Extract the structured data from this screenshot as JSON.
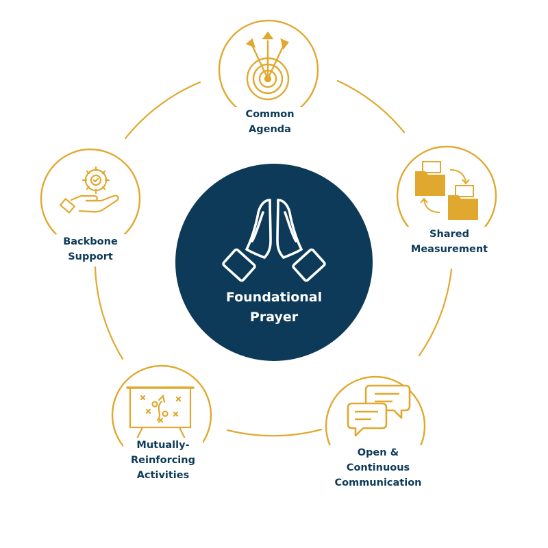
{
  "colors": {
    "accent": "#e0a82e",
    "navy": "#0d3a58",
    "text": "#0d3a58",
    "white": "#ffffff"
  },
  "center": {
    "icon": "praying-hands-icon",
    "title_line1": "Foundational",
    "title_line2": "Prayer"
  },
  "nodes": [
    {
      "id": "common-agenda",
      "icon": "target-arrows-icon",
      "line1": "Common",
      "line2": "Agenda"
    },
    {
      "id": "shared-measurement",
      "icon": "folders-exchange-icon",
      "line1": "Shared",
      "line2": "Measurement"
    },
    {
      "id": "open-communication",
      "icon": "chat-bubbles-icon",
      "line1": "Open &",
      "line2": "Continuous",
      "line3": "Communication"
    },
    {
      "id": "mutually-reinforcing",
      "icon": "strategy-board-icon",
      "line1": "Mutually-",
      "line2": "Reinforcing",
      "line3": "Activities"
    },
    {
      "id": "backbone-support",
      "icon": "hand-gear-icon",
      "line1": "Backbone",
      "line2": "Support"
    }
  ]
}
